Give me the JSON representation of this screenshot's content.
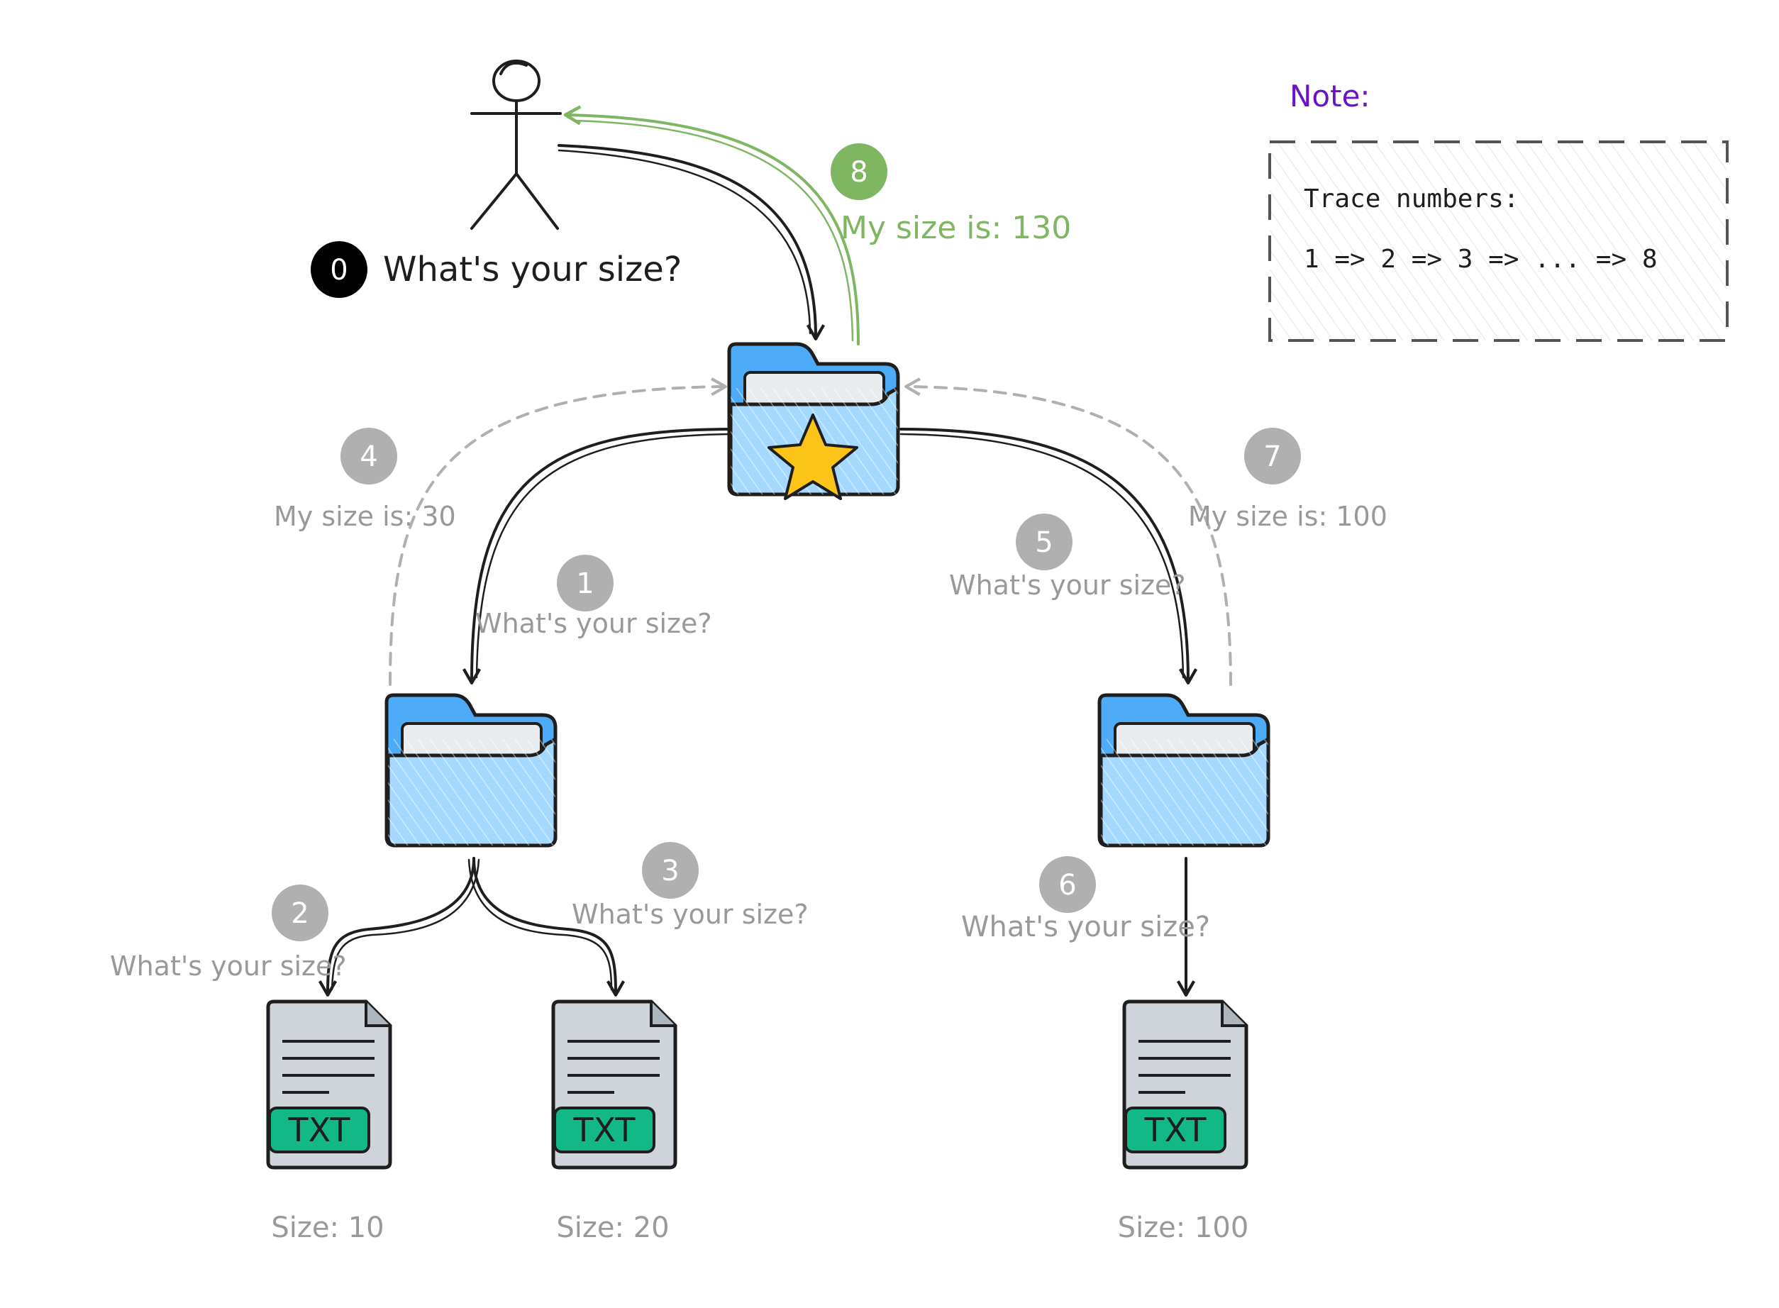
{
  "note": {
    "title": "Note:",
    "line1": "Trace numbers:",
    "line2": "1 => 2 => 3 => ... => 8"
  },
  "steps": [
    {
      "id": "0",
      "label": "What's your size?"
    },
    {
      "id": "1",
      "label": "What's your size?"
    },
    {
      "id": "2",
      "label": "What's your size?"
    },
    {
      "id": "3",
      "label": "What's your size?"
    },
    {
      "id": "4",
      "label": "My size is: 30"
    },
    {
      "id": "5",
      "label": "What's your size?"
    },
    {
      "id": "6",
      "label": "What's your size?"
    },
    {
      "id": "7",
      "label": "My size is: 100"
    },
    {
      "id": "8",
      "label": "My size is: 130"
    }
  ],
  "files": [
    {
      "badge": "TXT",
      "size_label": "Size: 10"
    },
    {
      "badge": "TXT",
      "size_label": "Size: 20"
    },
    {
      "badge": "TXT",
      "size_label": "Size: 100"
    }
  ],
  "colors": {
    "ink": "#1e1e1e",
    "gray": "#999999",
    "green": "#7fb661",
    "purple": "#6a12c9",
    "folder_light": "#a5d8ff",
    "folder_dark": "#4dabf7",
    "star": "#fcc419",
    "txt_badge": "#12b886",
    "doc": "#ced4da"
  }
}
